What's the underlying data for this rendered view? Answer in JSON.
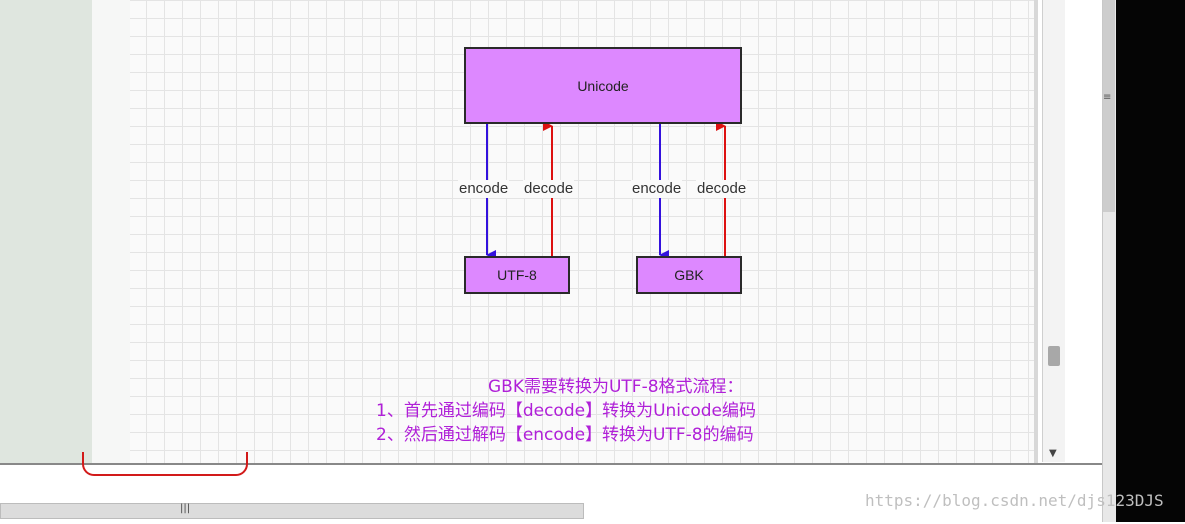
{
  "diagram": {
    "unicode_label": "Unicode",
    "utf8_label": "UTF-8",
    "gbk_label": "GBK",
    "encode_label": "encode",
    "decode_label": "decode",
    "box_fill": "#dd88ff",
    "encode_color": "#3311dd",
    "decode_color": "#dd1111"
  },
  "notes": {
    "title": "GBK需要转换为UTF-8格式流程：",
    "step1": "1、首先通过编码【decode】转换为Unicode编码",
    "step2": "2、然后通过解码【encode】转换为UTF-8的编码",
    "color": "#b020d8"
  },
  "watermark": "https://blog.csdn.net/djs123DJS"
}
